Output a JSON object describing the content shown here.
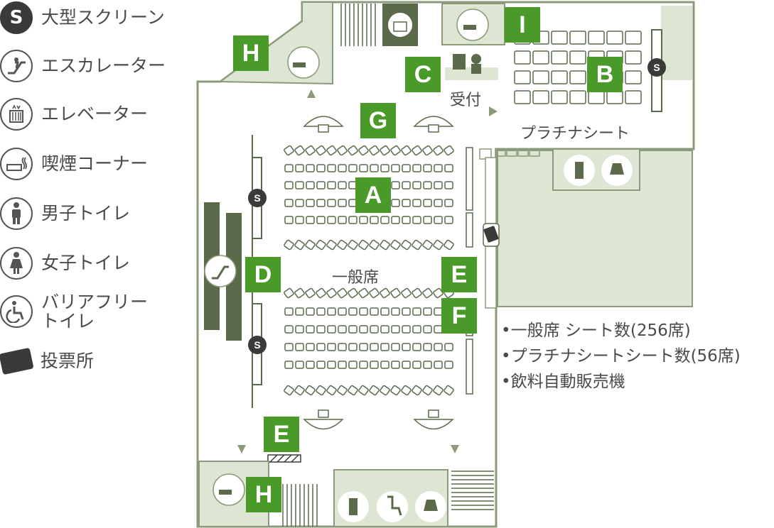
{
  "legend": [
    {
      "icon": "screen-icon",
      "glyph": "S",
      "label": "大型スクリーン"
    },
    {
      "icon": "escalator-icon",
      "label": "エスカレーター"
    },
    {
      "icon": "elevator-icon",
      "label": "エレベーター"
    },
    {
      "icon": "smoking-icon",
      "label": "喫煙コーナー"
    },
    {
      "icon": "male-toilet-icon",
      "label": "男子トイレ"
    },
    {
      "icon": "female-toilet-icon",
      "label": "女子トイレ"
    },
    {
      "icon": "barrier-free-toilet-icon",
      "label_line1": "バリアフリー",
      "label_line2": "トイレ"
    },
    {
      "icon": "ballot-box-icon",
      "label": "投票所"
    }
  ],
  "map": {
    "markers": [
      "A",
      "B",
      "C",
      "D",
      "E",
      "E",
      "F",
      "G",
      "H",
      "H",
      "I"
    ],
    "labels": {
      "general_seats": "一般席",
      "platinum_seats": "プラチナシート",
      "reception": "受付",
      "screen_glyph": "S"
    },
    "notes": [
      "•一般席 シート数(256席)",
      "•プラチナシートシート数(56席)",
      "•飲料自動販売機"
    ]
  },
  "colors": {
    "marker": "#4a9a2a",
    "wall": "#8a9a7a",
    "room_fill": "#dce6d2",
    "floor": "#ffffff",
    "dark_icon": "#3a3a3a"
  }
}
